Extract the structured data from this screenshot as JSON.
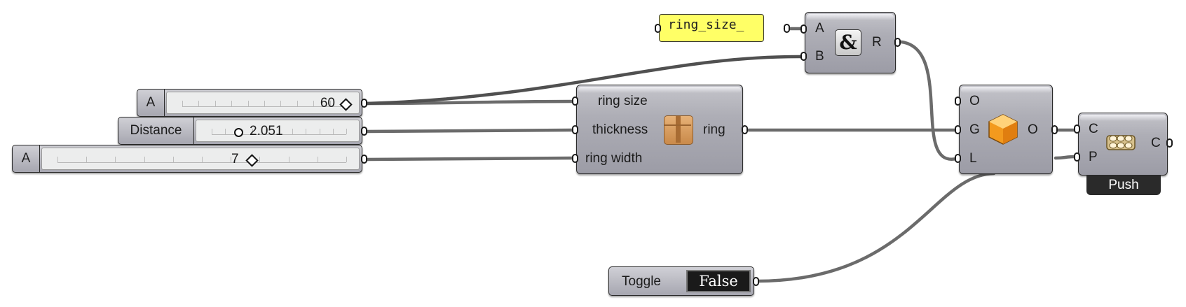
{
  "panel": {
    "text": "ring_size_"
  },
  "and_component": {
    "inputs": [
      "A",
      "B"
    ],
    "output": "R",
    "icon": "&"
  },
  "cluster_component": {
    "inputs": [
      "ring size",
      "thickness",
      "ring width"
    ],
    "output": "ring"
  },
  "brep_component": {
    "inputs": [
      "O",
      "G",
      "L"
    ],
    "output": "O"
  },
  "push_component": {
    "inputs": [
      "C",
      "P"
    ],
    "output": "C",
    "label": "Push"
  },
  "sliders": [
    {
      "name": "A",
      "value": "60"
    },
    {
      "name": "Distance",
      "value": "2.051"
    },
    {
      "name": "A",
      "value": "7"
    }
  ],
  "toggle": {
    "name": "Toggle",
    "value": "False"
  },
  "colors": {
    "panel_bg": "#ffff66",
    "component_face": "#a8a8b0",
    "wire": "#6b6b6b",
    "icon_orange": "#f39a1e"
  }
}
